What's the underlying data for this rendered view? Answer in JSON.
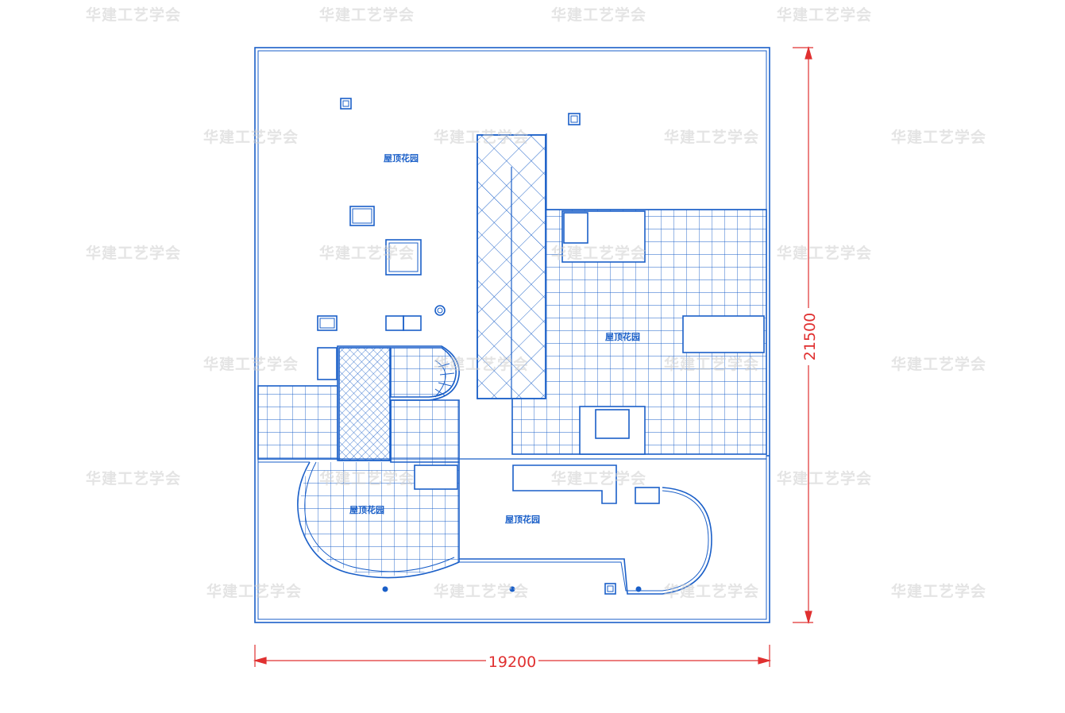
{
  "watermark": "华建工艺学会",
  "labels": {
    "garden_top_left": "屋顶花园",
    "garden_right": "屋顶花园",
    "garden_bottom_left": "屋顶花园",
    "garden_bottom_center": "屋顶花园"
  },
  "dimensions": {
    "width": "19200",
    "height": "21500"
  },
  "colors": {
    "line": "#1a5fc8",
    "dimension": "#e03030",
    "watermark": "#cccccc"
  }
}
